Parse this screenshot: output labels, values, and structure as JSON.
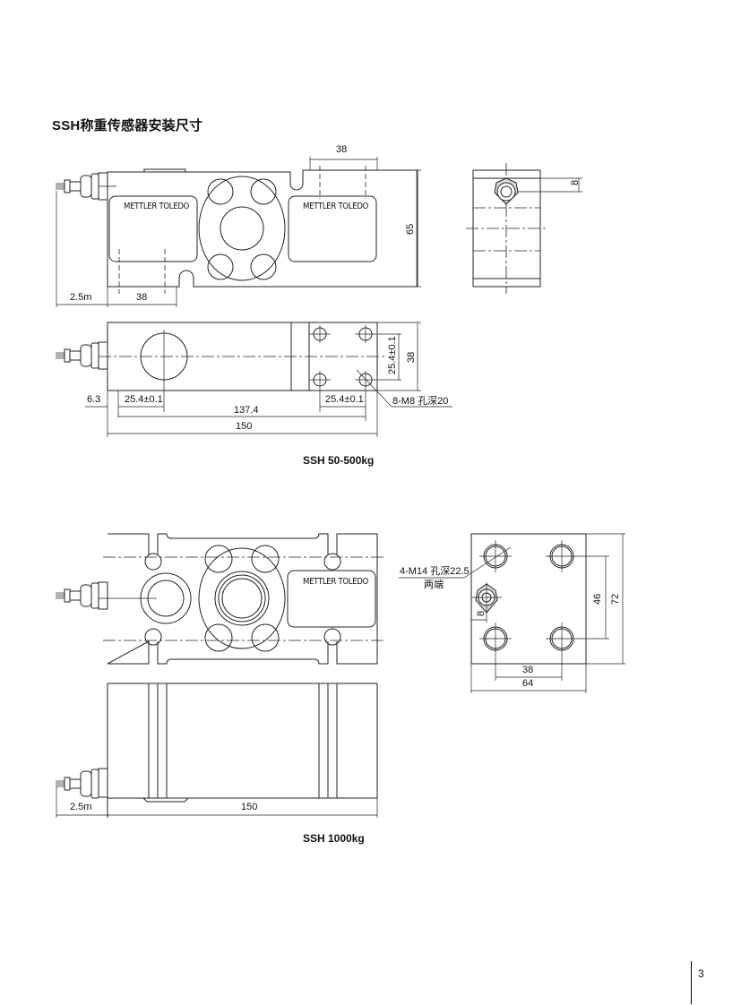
{
  "page": {
    "title": "SSH称重传感器安装尺寸",
    "page_number": "3"
  },
  "drawing_50_500": {
    "caption": "SSH 50-500kg",
    "front_view": {
      "logo_left": "METTLER TOLEDO",
      "logo_right": "METTLER TOLEDO",
      "dim_top_38": "38",
      "dim_height_65": "65",
      "dim_cable": "2.5m",
      "dim_bottom_38": "38"
    },
    "end_view": {
      "dim_8": "8"
    },
    "plan_view": {
      "dim_6_3": "6.3",
      "dim_left_25_4": "25.4±0.1",
      "dim_right_25_4": "25.4±0.1",
      "dim_vert_25_4": "25.4±0.1",
      "dim_38": "38",
      "dim_137_4": "137.4",
      "dim_150": "150",
      "hole_note": "8-M8 孔深20"
    }
  },
  "drawing_1000": {
    "caption": "SSH 1000kg",
    "top_view": {
      "logo": "METTLER TOLEDO"
    },
    "end_view": {
      "hole_note_line1": "4-M14 孔深22.5",
      "hole_note_line2": "两端",
      "dim_46": "46",
      "dim_72": "72",
      "dim_38": "38",
      "dim_64": "64",
      "dim_8": "8"
    },
    "side_view": {
      "dim_cable": "2.5m",
      "dim_150": "150"
    }
  }
}
